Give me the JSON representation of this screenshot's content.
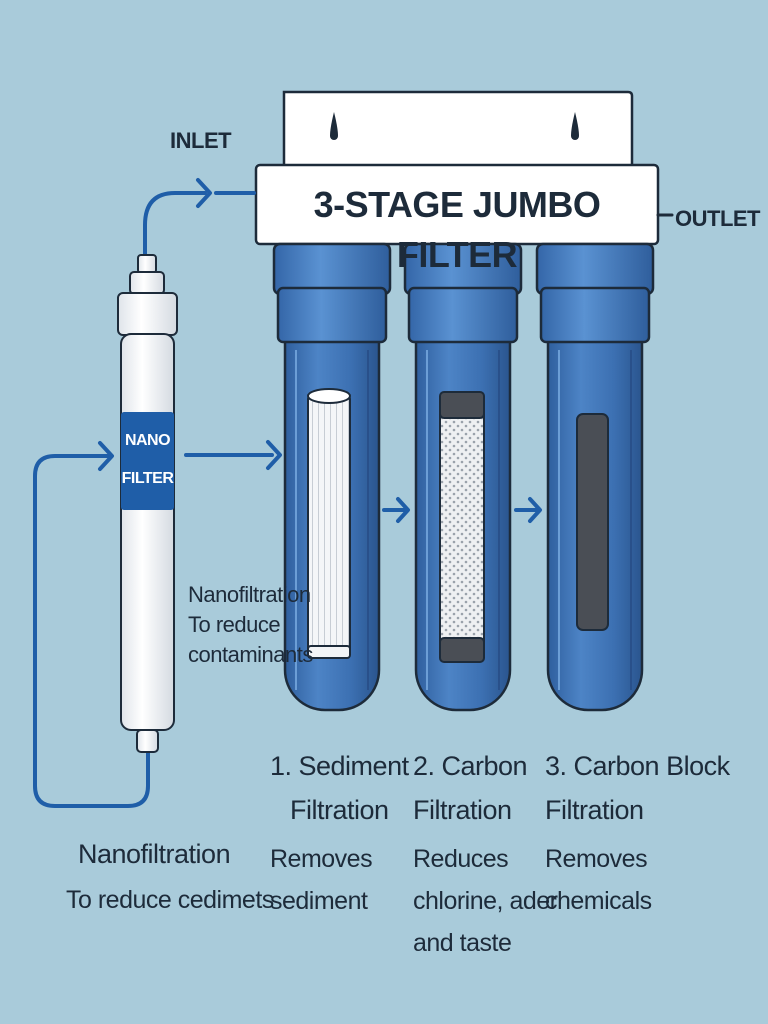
{
  "header": {
    "title": "3-STAGE JUMBO FILTER"
  },
  "flow": {
    "inlet": "INLET",
    "outlet": "OUTLET"
  },
  "nano": {
    "label_line1": "NANO",
    "label_line2": "FILTER",
    "side_desc": [
      "Nanofiltration",
      "To reduce",
      "contaminants"
    ],
    "bottom_title": "Nanofiltration",
    "bottom_desc": "To reduce cedimets"
  },
  "stages": [
    {
      "title": [
        "1. Sediment",
        "Filtration"
      ],
      "desc": [
        "Removes",
        "sediment"
      ]
    },
    {
      "title": [
        "2. Carbon",
        "Filtration"
      ],
      "desc": [
        "Reduces",
        "chlorine, ader",
        "and taste"
      ]
    },
    {
      "title": [
        "3. Carbon Block",
        "Filtration"
      ],
      "desc": [
        "Removes",
        "chemicals"
      ]
    }
  ],
  "colors": {
    "background": "#a9cbda",
    "housing_blue": "#3f73b6",
    "pipe_blue": "#1f5ea8",
    "text": "#1d2b3a",
    "white_panel": "#ffffff",
    "carbon_block": "#4a4e55"
  }
}
